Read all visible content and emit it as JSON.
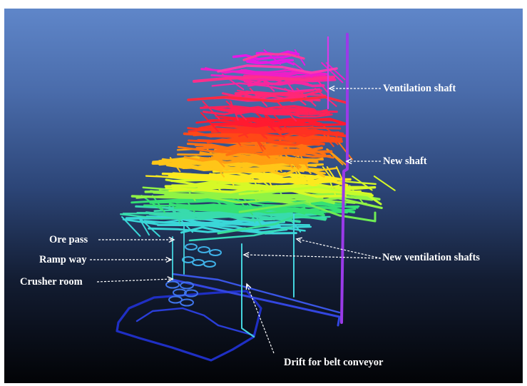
{
  "labels": {
    "ventilation_shaft": "Ventilation  shaft",
    "new_shaft": "New shaft",
    "ore_pass": "Ore pass",
    "ramp_way": "Ramp way",
    "crusher_room": "Crusher  room",
    "new_ventilation_shafts": "New ventilation  shafts",
    "drift_for_belt_conveyor": "Drift for belt conveyor"
  },
  "colors": {
    "level_gradient": [
      "#0a14a0",
      "#1e3cd6",
      "#2aa8e6",
      "#3ad8d8",
      "#34e070",
      "#c8ff2a",
      "#ffe81e",
      "#ffa012",
      "#ff5012",
      "#ff1a2e",
      "#ff2a8a",
      "#e51ae5"
    ],
    "shaft_magenta": "#d93ae8",
    "shaft_violet": "#9a3ae8",
    "vent_shaft_cyan": "#44d4de",
    "arrow": "#ffffff"
  }
}
